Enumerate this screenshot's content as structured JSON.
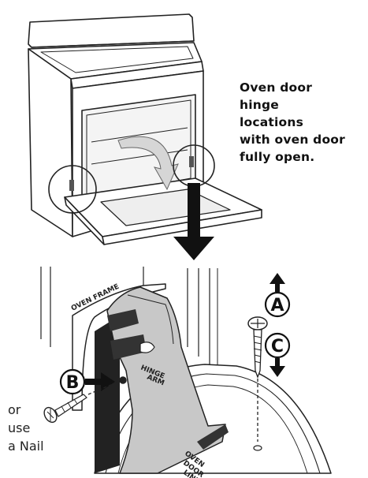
{
  "caption": {
    "line1": "Oven  door",
    "line2": "hinge",
    "line3": "locations",
    "line4": "with oven door",
    "line5": "fully open."
  },
  "labels": {
    "oven_frame": "OVEN FRAME",
    "hinge_arm_1": "HINGE",
    "hinge_arm_2": "ARM",
    "door_liner_1": "OVEN",
    "door_liner_2": "DOOR",
    "door_liner_3": "LINER",
    "callout_a": "A",
    "callout_b": "B",
    "callout_c": "C"
  },
  "nail_note": {
    "line1": "or",
    "line2": "use",
    "line3": "a Nail"
  },
  "colors": {
    "line": "#222222",
    "hinge_fill": "#c8c8c8",
    "shadow": "#333333",
    "arrow": "#111111"
  }
}
